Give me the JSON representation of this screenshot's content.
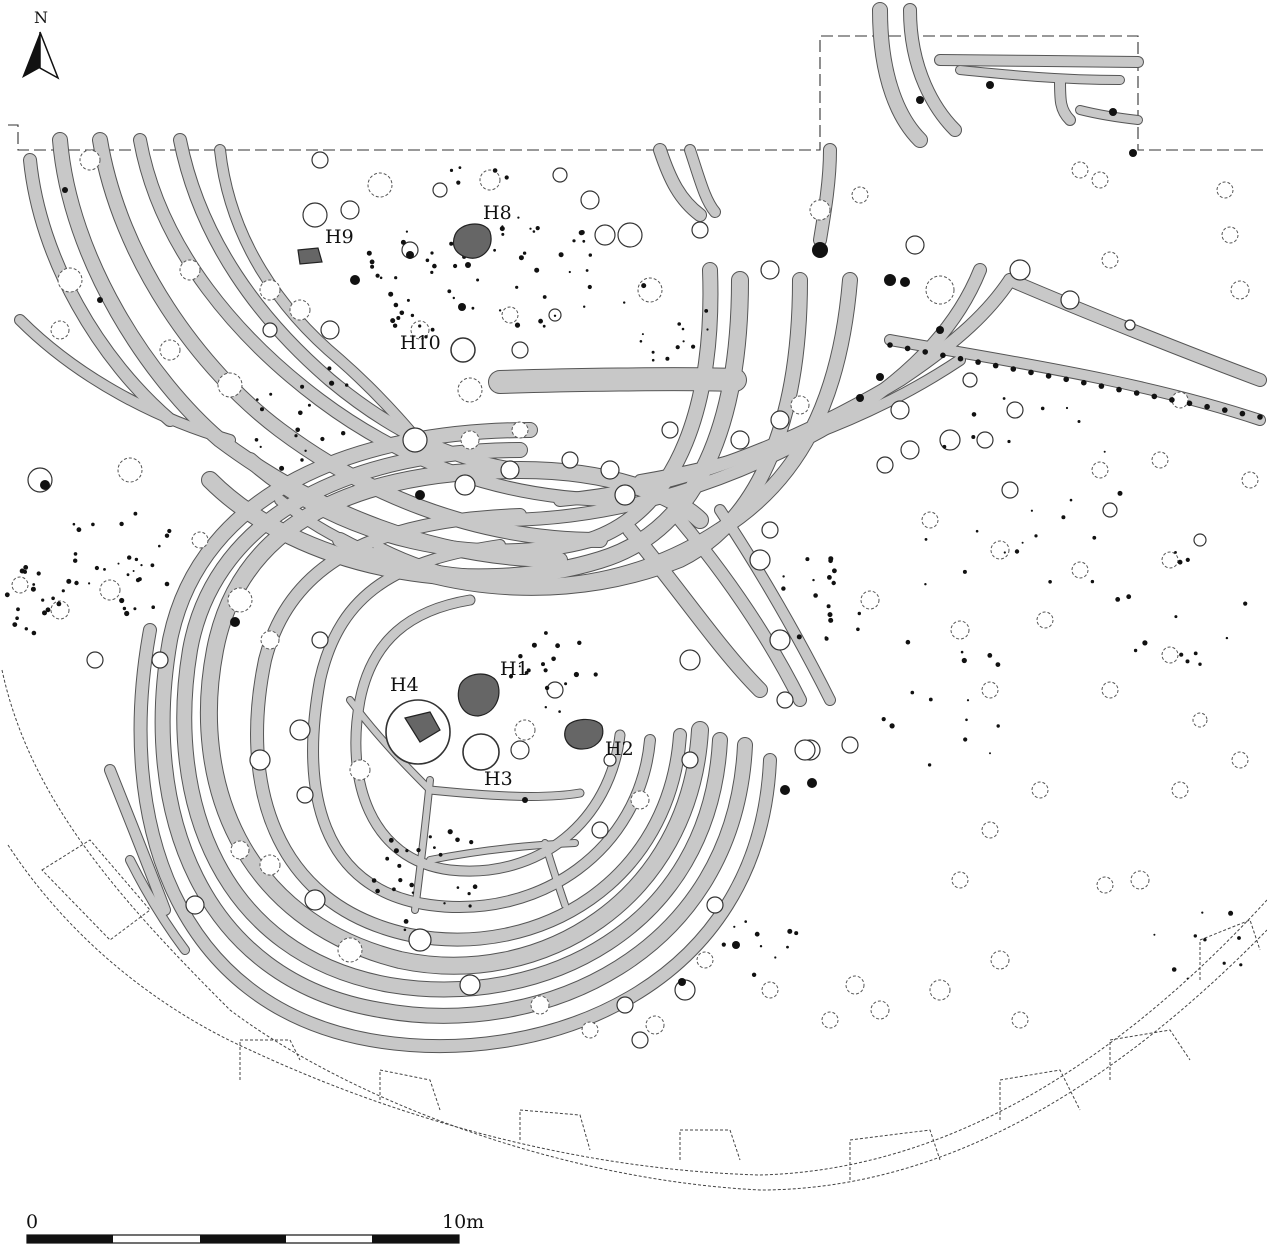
{
  "north_arrow": {
    "label": "N"
  },
  "labels": {
    "h1": "H1",
    "h2": "H2",
    "h3": "H3",
    "h4": "H4",
    "h8": "H8",
    "h9": "H9",
    "h10": "H10"
  },
  "scale": {
    "start": "0",
    "end": "10m"
  },
  "colors": {
    "ditch": "#c8c8c8",
    "ditch_edge": "#555555",
    "hearth": "#666666",
    "post": "#111111"
  }
}
